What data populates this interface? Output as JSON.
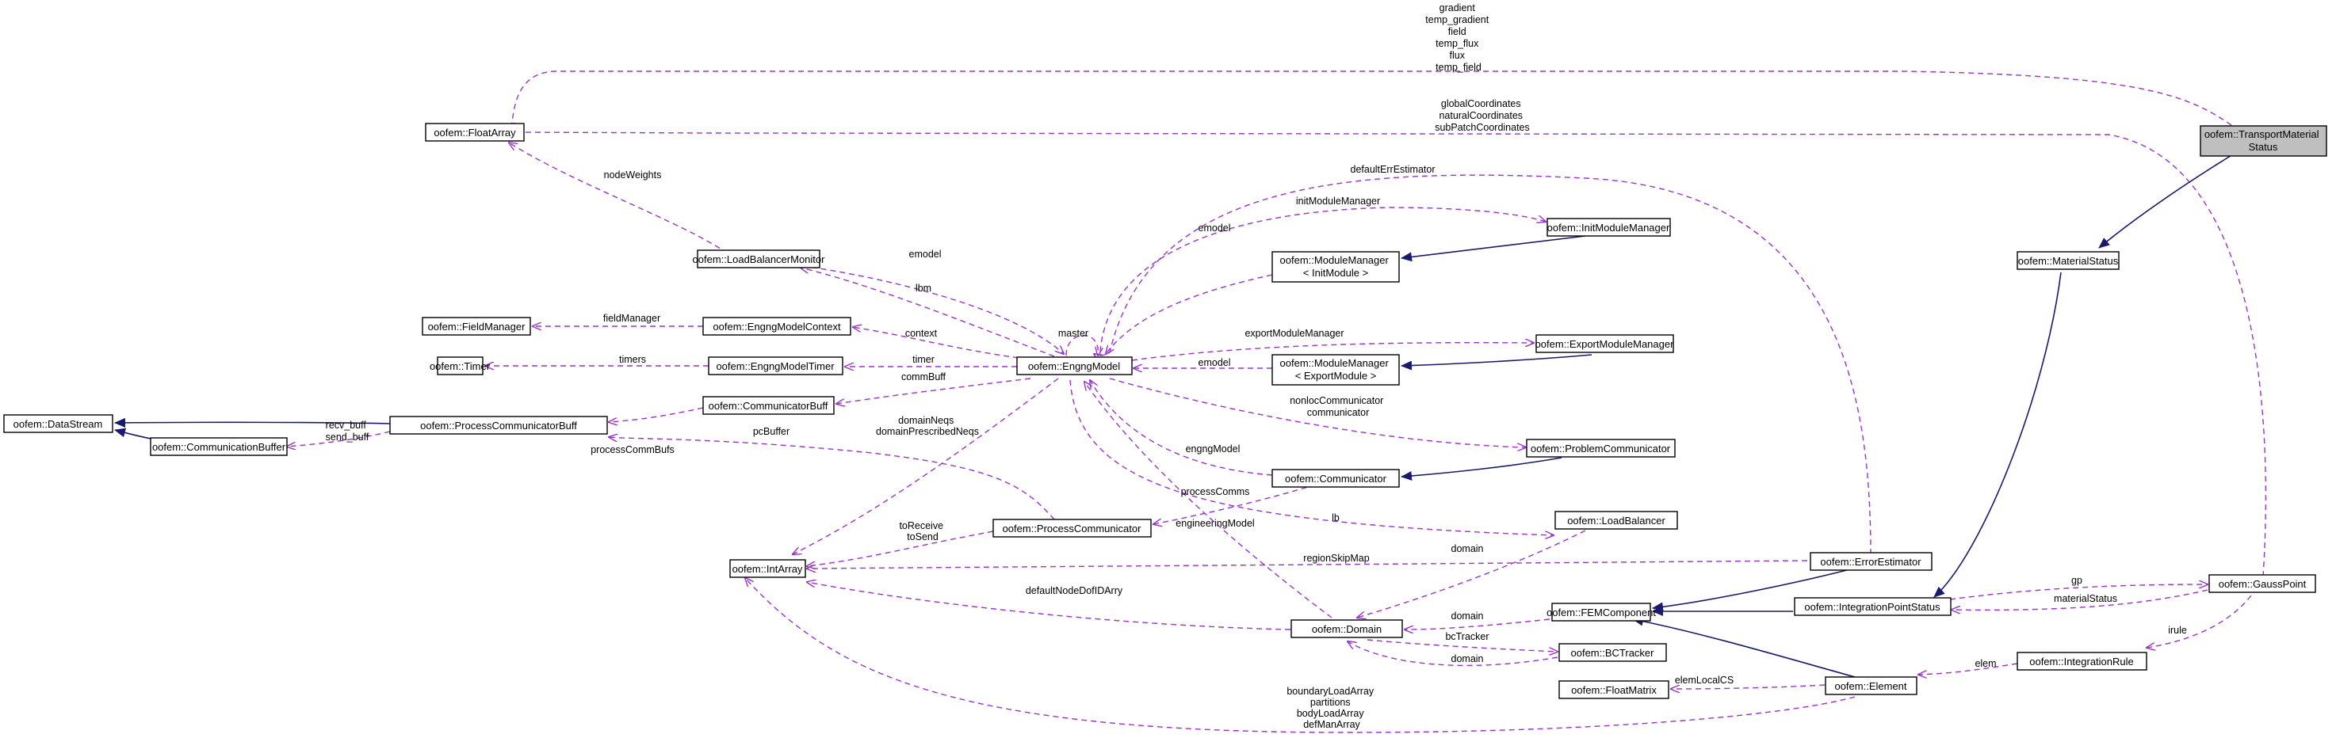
{
  "colors": {
    "inheritance": "#191970",
    "usage": "#9a32cd",
    "root_fill": "#bfbfbf"
  },
  "nodes": {
    "transport_material_status": [
      "oofem::TransportMaterial",
      "Status"
    ],
    "float_array": "oofem::FloatArray",
    "material_status": "oofem::MaterialStatus",
    "init_module_manager": "oofem::InitModuleManager",
    "load_balancer_monitor": "oofem::LoadBalancerMonitor",
    "module_manager_init": [
      "oofem::ModuleManager",
      "< InitModule >"
    ],
    "field_manager": "oofem::FieldManager",
    "engng_model_context": "oofem::EngngModelContext",
    "timer": "oofem::Timer",
    "engng_model_timer": "oofem::EngngModelTimer",
    "engng_model": "oofem::EngngModel",
    "export_module_manager": "oofem::ExportModuleManager",
    "module_manager_export": [
      "oofem::ModuleManager",
      "< ExportModule >"
    ],
    "data_stream": "oofem::DataStream",
    "process_communicator_buff": "oofem::ProcessCommunicatorBuff",
    "communicator_buff": "oofem::CommunicatorBuff",
    "communication_buffer": "oofem::CommunicationBuffer",
    "problem_communicator": "oofem::ProblemCommunicator",
    "communicator": "oofem::Communicator",
    "process_communicator": "oofem::ProcessCommunicator",
    "load_balancer": "oofem::LoadBalancer",
    "int_array": "oofem::IntArray",
    "error_estimator": "oofem::ErrorEstimator",
    "gauss_point": "oofem::GaussPoint",
    "fem_component": "oofem::FEMComponent",
    "integration_point_status": "oofem::IntegrationPointStatus",
    "domain": "oofem::Domain",
    "bc_tracker": "oofem::BCTracker",
    "integration_rule": "oofem::IntegrationRule",
    "float_matrix": "oofem::FloatMatrix",
    "element": "oofem::Element"
  },
  "edge_labels": {
    "tms_floatarray": [
      "gradient",
      "temp_gradient",
      "field",
      "temp_flux",
      "flux",
      "temp_field"
    ],
    "gp_floatarray": [
      "globalCoordinates",
      "naturalCoordinates",
      "subPatchCoordinates"
    ],
    "node_weights": "nodeWeights",
    "default_err_estimator": "defaultErrEstimator",
    "init_module_manager": "initModuleManager",
    "emodel_lbm": "emodel",
    "lbm": "lbm",
    "emodel_mm_init": "emodel",
    "field_manager": "fieldManager",
    "context": "context",
    "master": "master",
    "export_module_manager": "exportModuleManager",
    "timers": "timers",
    "timer": "timer",
    "emodel_mm_export": "emodel",
    "comm_buff": "commBuff",
    "process_comm_bufs": "processCommBufs",
    "recv_send_buff": [
      "recv_buff",
      "send_buff"
    ],
    "domain_neqs": [
      "domainNeqs",
      "domainPrescribedNeqs"
    ],
    "nonloc_communicator": [
      "nonlocCommunicator",
      "communicator"
    ],
    "pc_buffer": "pcBuffer",
    "engng_model": "engngModel",
    "process_comms": "processComms",
    "to_receive_send": [
      "toReceive",
      "toSend"
    ],
    "engineering_model": "engineeringModel",
    "lb": "lb",
    "region_skip_map": "regionSkipMap",
    "domain_lb": "domain",
    "gp": "gp",
    "material_status": "materialStatus",
    "default_node_dof_id_arry": "defaultNodeDofIDArry",
    "domain_fem": "domain",
    "bc_tracker": "bcTracker",
    "domain_bct": "domain",
    "irule": "irule",
    "elem": "elem",
    "elem_local_cs": "elemLocalCS",
    "element_intarray": [
      "boundaryLoadArray",
      "partitions",
      "bodyLoadArray",
      "defManArray"
    ]
  }
}
